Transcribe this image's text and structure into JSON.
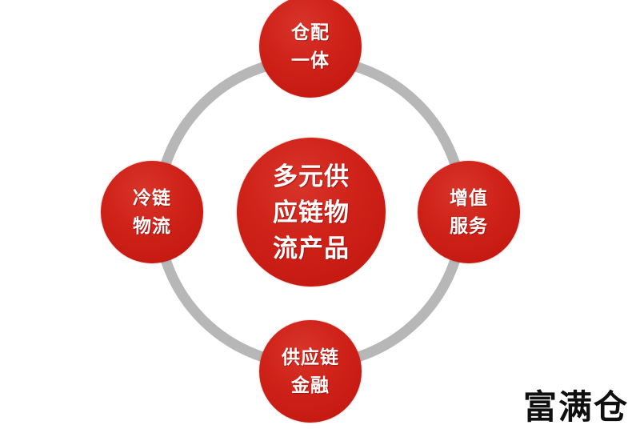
{
  "diagram": {
    "type": "hub-and-spoke",
    "ring": {
      "color": "#b7b7b7",
      "name": "connector-ring"
    },
    "center": {
      "name": "center-node",
      "full_text": "多元供应链物流产品",
      "lines": [
        "多元供",
        "应链物",
        "流产品"
      ],
      "color": "#cf2219"
    },
    "nodes": [
      {
        "position": "top",
        "name": "node-warehouse-distribution",
        "full_text": "仓配一体",
        "lines": [
          "仓配",
          "一体"
        ],
        "color": "#cf2219"
      },
      {
        "position": "left",
        "name": "node-cold-chain",
        "full_text": "冷链物流",
        "lines": [
          "冷链",
          "物流"
        ],
        "color": "#cf2219"
      },
      {
        "position": "right",
        "name": "node-value-added",
        "full_text": "增值服务",
        "lines": [
          "增值",
          "服务"
        ],
        "color": "#cf2219"
      },
      {
        "position": "bottom",
        "name": "node-supply-chain-finance",
        "full_text": "供应链金融",
        "lines": [
          "供应链",
          "金融"
        ],
        "color": "#cf2219"
      }
    ]
  },
  "watermark": {
    "text": "富满仓",
    "color": "#0f0f0f"
  }
}
